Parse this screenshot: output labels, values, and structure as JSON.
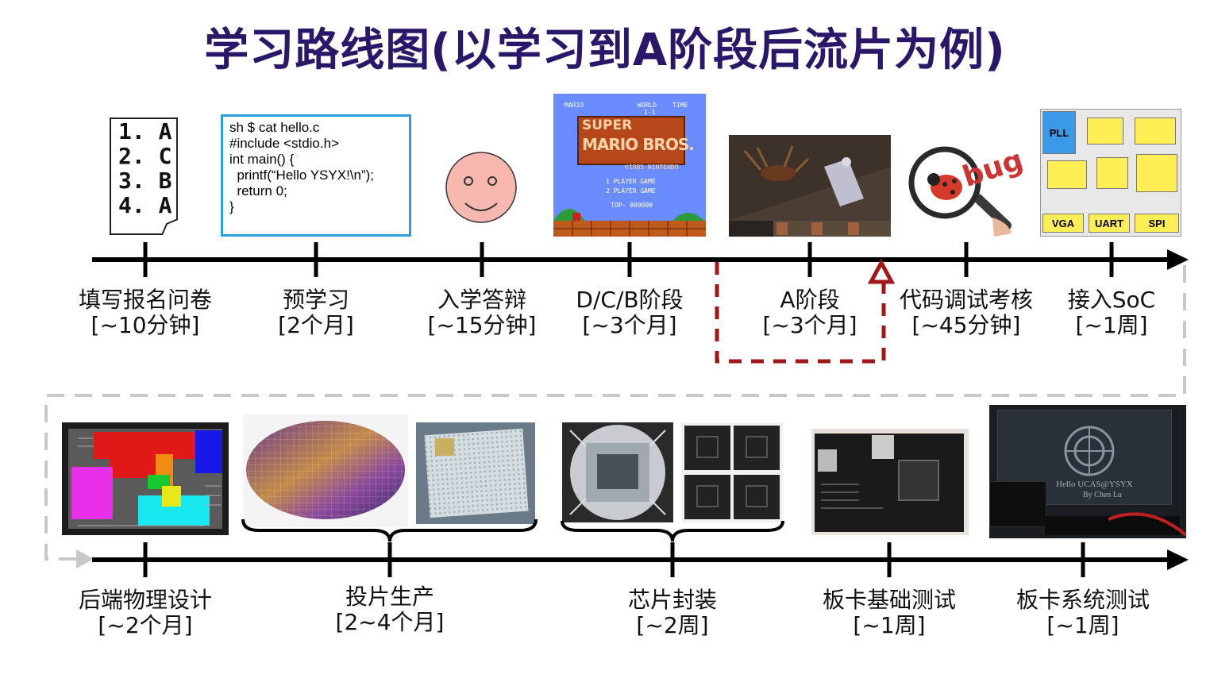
{
  "title": "学习路线图(以学习到A阶段后流片为例)",
  "row1": [
    {
      "name": "填写报名问卷",
      "duration": "[~10分钟]"
    },
    {
      "name": "预学习",
      "duration": "[2个月]"
    },
    {
      "name": "入学答辩",
      "duration": "[~15分钟]"
    },
    {
      "name": "D/C/B阶段",
      "duration": "[~3个月]"
    },
    {
      "name": "A阶段",
      "duration": "[~3个月]"
    },
    {
      "name": "代码调试考核",
      "duration": "[~45分钟]"
    },
    {
      "name": "接入SoC",
      "duration": "[~1周]"
    }
  ],
  "row2": [
    {
      "name": "后端物理设计",
      "duration": "[~2个月]"
    },
    {
      "name": "投片生产",
      "duration": "[2~4个月]"
    },
    {
      "name": "芯片封装",
      "duration": "[~2周]"
    },
    {
      "name": "板卡基础测试",
      "duration": "[~1周]"
    },
    {
      "name": "板卡系统测试",
      "duration": "[~1周]"
    }
  ],
  "questionnaire": [
    "1. A",
    "2. C",
    "3. B",
    "4. A"
  ],
  "code_lines": [
    "sh $ cat hello.c",
    "#include <stdio.h>",
    "int main() {",
    "  printf(“Hello YSYX!\\n”);",
    "  return 0;",
    "}"
  ],
  "mario": {
    "title1": "SUPER",
    "title2": "MARIO BROS.",
    "copyright": "©1985 NINTENDO",
    "opt1": "1 PLAYER GAME",
    "opt2": "2 PLAYER GAME",
    "top": "TOP- 000000",
    "hud_mario": "MARIO",
    "hud_world": "WORLD",
    "hud_level": "1-1",
    "hud_time": "TIME"
  },
  "bug_text": "bug",
  "soc": {
    "pll": "PLL",
    "vga": "VGA",
    "uart": "UART",
    "spi": "SPI"
  },
  "screen_text": {
    "line1": "Hello UCAS@YSYX",
    "line2": "By Chen Lu"
  },
  "colors": {
    "title": "#2a1769",
    "highlight": "#a01818",
    "flow": "#c8c8c8",
    "code_border": "#2a9fe0",
    "block": "#ffee55"
  }
}
